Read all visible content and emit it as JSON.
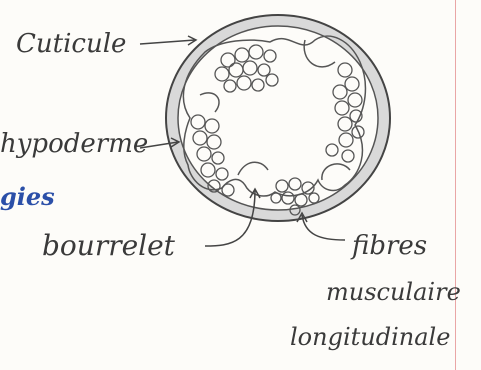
{
  "diagram": {
    "labels": {
      "cuticule": "Cuticule",
      "hypoderme": "hypoderme",
      "bourrelet": "bourrelet",
      "fibres_line1": "fibres",
      "fibres_line2": "musculaire",
      "fibres_line3": "longitudinale",
      "partial_blue": "gies"
    },
    "colors": {
      "pencil": "#3a3a3a",
      "shading": "#b8b8b8",
      "blue_ink": "#2b4fa8",
      "margin": "#e9a6a6"
    }
  }
}
